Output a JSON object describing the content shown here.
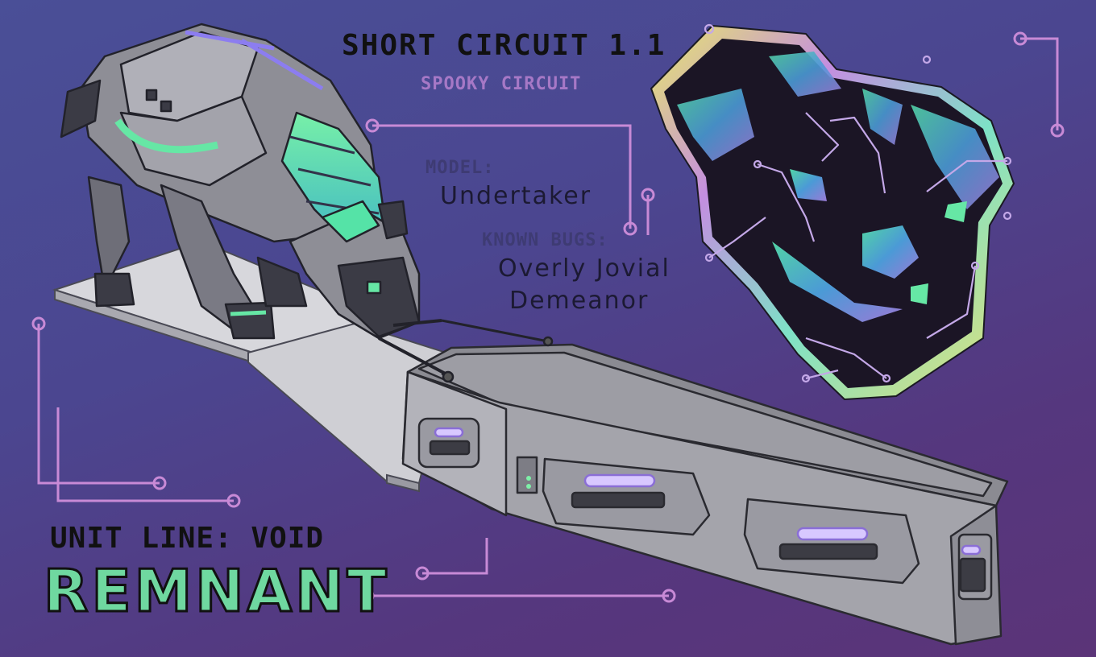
{
  "header": {
    "title": "SHORT CIRCUIT 1.1",
    "subtitle": "SPOOKY CIRCUIT"
  },
  "specs": {
    "model_label": "MODEL:",
    "model_value": "Undertaker",
    "bugs_label": "KNOWN BUGS:",
    "bugs_value_line1": "Overly Jovial",
    "bugs_value_line2": "Demeanor"
  },
  "footer": {
    "unit_line": "UNIT LINE: VOID",
    "name": "REMNANT"
  },
  "colors": {
    "accent_green": "#6fd8a0",
    "circuit_pink": "#c88ad6",
    "background": "#4b4690"
  }
}
